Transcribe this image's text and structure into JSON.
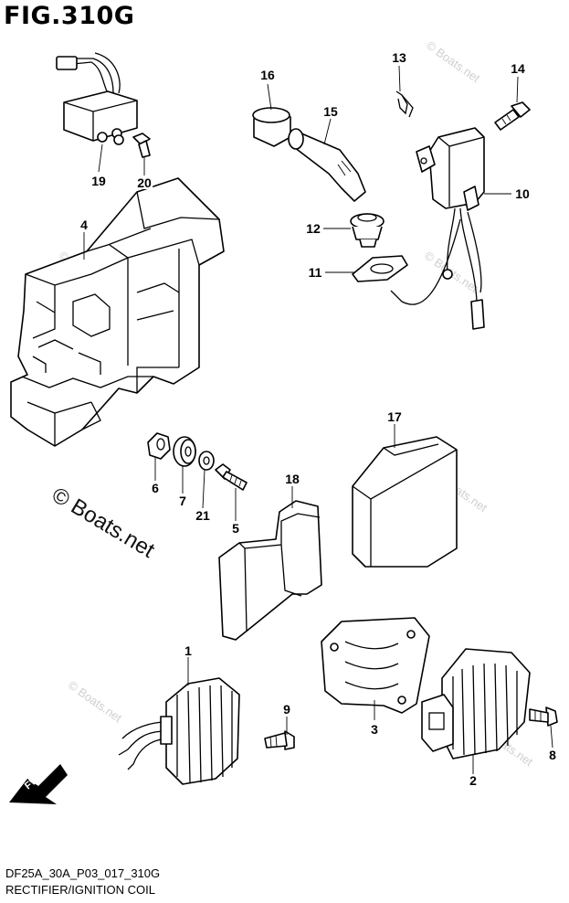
{
  "figure": {
    "title": "FIG.310G",
    "model_code": "DF25A_30A_P03_017_310G",
    "caption": "RECTIFIER/IGNITION COIL"
  },
  "watermark": {
    "text": "© Boats.net",
    "small_text": "© Boats.net"
  },
  "direction_badge": {
    "text": "FWD"
  },
  "callouts": [
    "1",
    "2",
    "3",
    "4",
    "5",
    "6",
    "7",
    "8",
    "9",
    "10",
    "11",
    "12",
    "13",
    "14",
    "15",
    "16",
    "17",
    "18",
    "19",
    "20",
    "21"
  ]
}
